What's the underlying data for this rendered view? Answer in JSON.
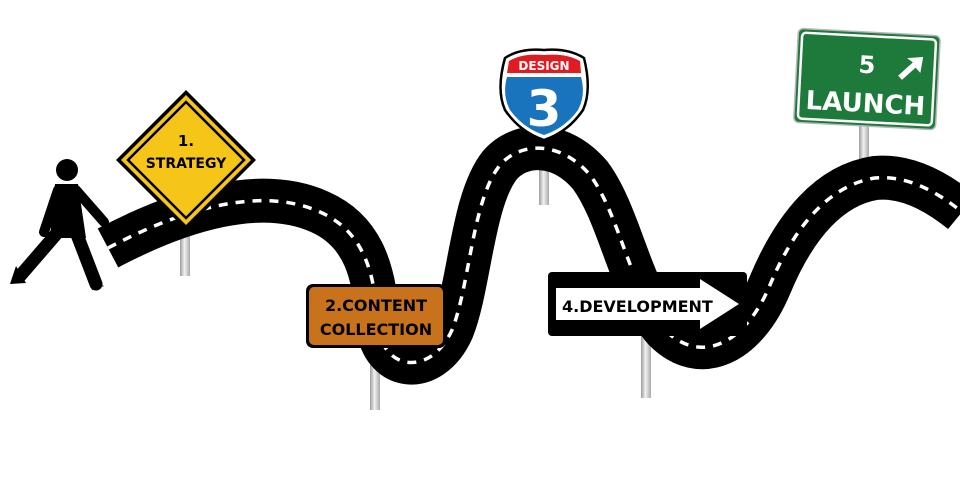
{
  "signs": {
    "strategy": {
      "number": "1.",
      "label": "STRATEGY",
      "color": "#F5C518"
    },
    "content": {
      "line1": "2.CONTENT",
      "line2": "COLLECTION",
      "color": "#C8721C"
    },
    "design": {
      "banner": "DESIGN",
      "number": "3",
      "banner_color": "#E11B22",
      "shield_color": "#1A74BD"
    },
    "development": {
      "label": "4.DEVELOPMENT"
    },
    "launch": {
      "number": "5",
      "label": "LAUNCH",
      "color": "#1E7A3A"
    }
  },
  "colors": {
    "road": "#000000",
    "road_marking": "#ffffff",
    "pole": "#cfcfcf"
  },
  "icons": {
    "walker": "walking-person-icon",
    "launch_arrow": "arrow-up-right-icon"
  }
}
